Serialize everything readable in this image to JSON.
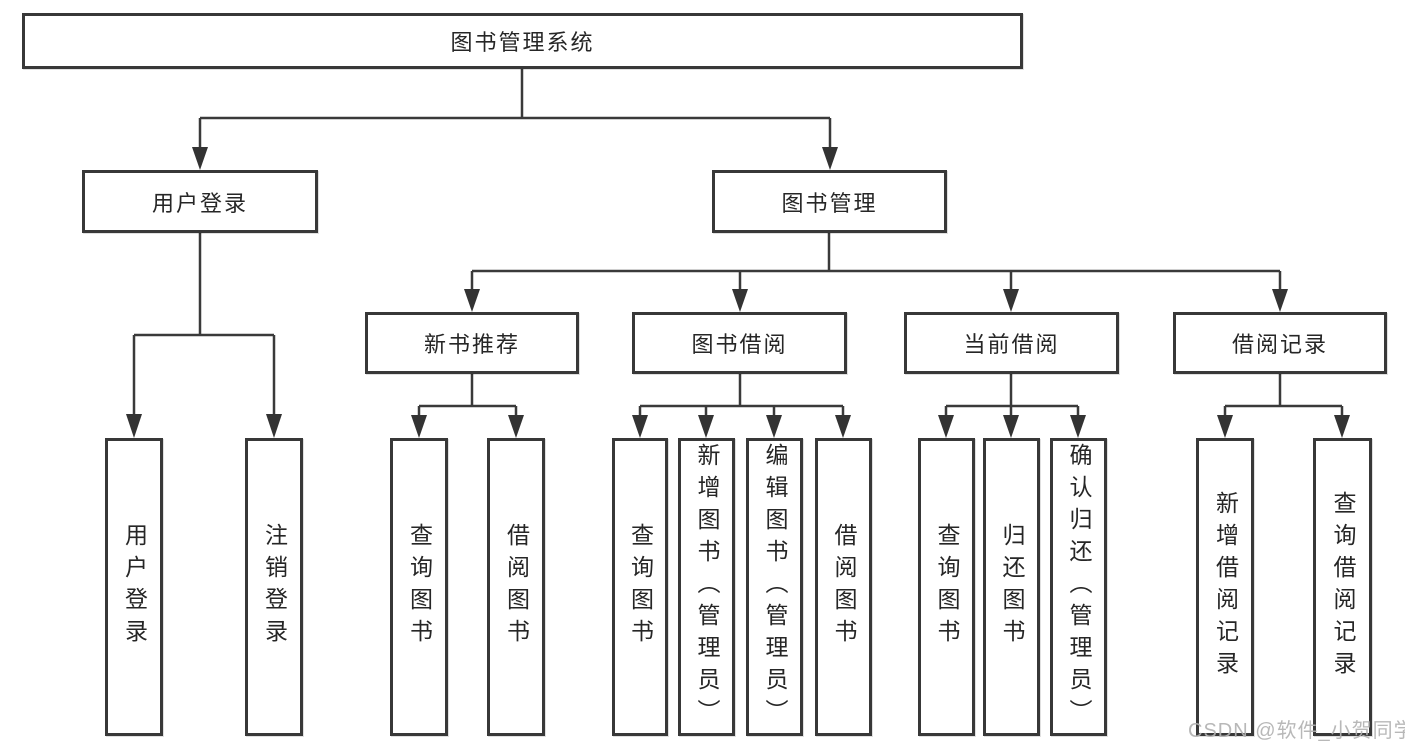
{
  "tree": {
    "root": {
      "label": "图书管理系统",
      "children": [
        {
          "label": "用户登录",
          "children": [
            {
              "label": "用户登录"
            },
            {
              "label": "注销登录"
            }
          ]
        },
        {
          "label": "图书管理",
          "children": [
            {
              "label": "新书推荐",
              "children": [
                {
                  "label": "查询图书"
                },
                {
                  "label": "借阅图书"
                }
              ]
            },
            {
              "label": "图书借阅",
              "children": [
                {
                  "label": "查询图书"
                },
                {
                  "label": "新增图书（管理员）"
                },
                {
                  "label": "编辑图书（管理员）"
                },
                {
                  "label": "借阅图书"
                }
              ]
            },
            {
              "label": "当前借阅",
              "children": [
                {
                  "label": "查询图书"
                },
                {
                  "label": "归还图书"
                },
                {
                  "label": "确认归还（管理员）"
                }
              ]
            },
            {
              "label": "借阅记录",
              "children": [
                {
                  "label": "新增借阅记录"
                },
                {
                  "label": "查询借阅记录"
                }
              ]
            }
          ]
        }
      ]
    }
  },
  "watermark": {
    "text": "CSDN @软件_小贺同学"
  },
  "colors": {
    "background": "#ffffff",
    "box_border": "#383838",
    "line": "#3a3a3a",
    "text": "#262626",
    "watermark": "#b2b2b2"
  }
}
